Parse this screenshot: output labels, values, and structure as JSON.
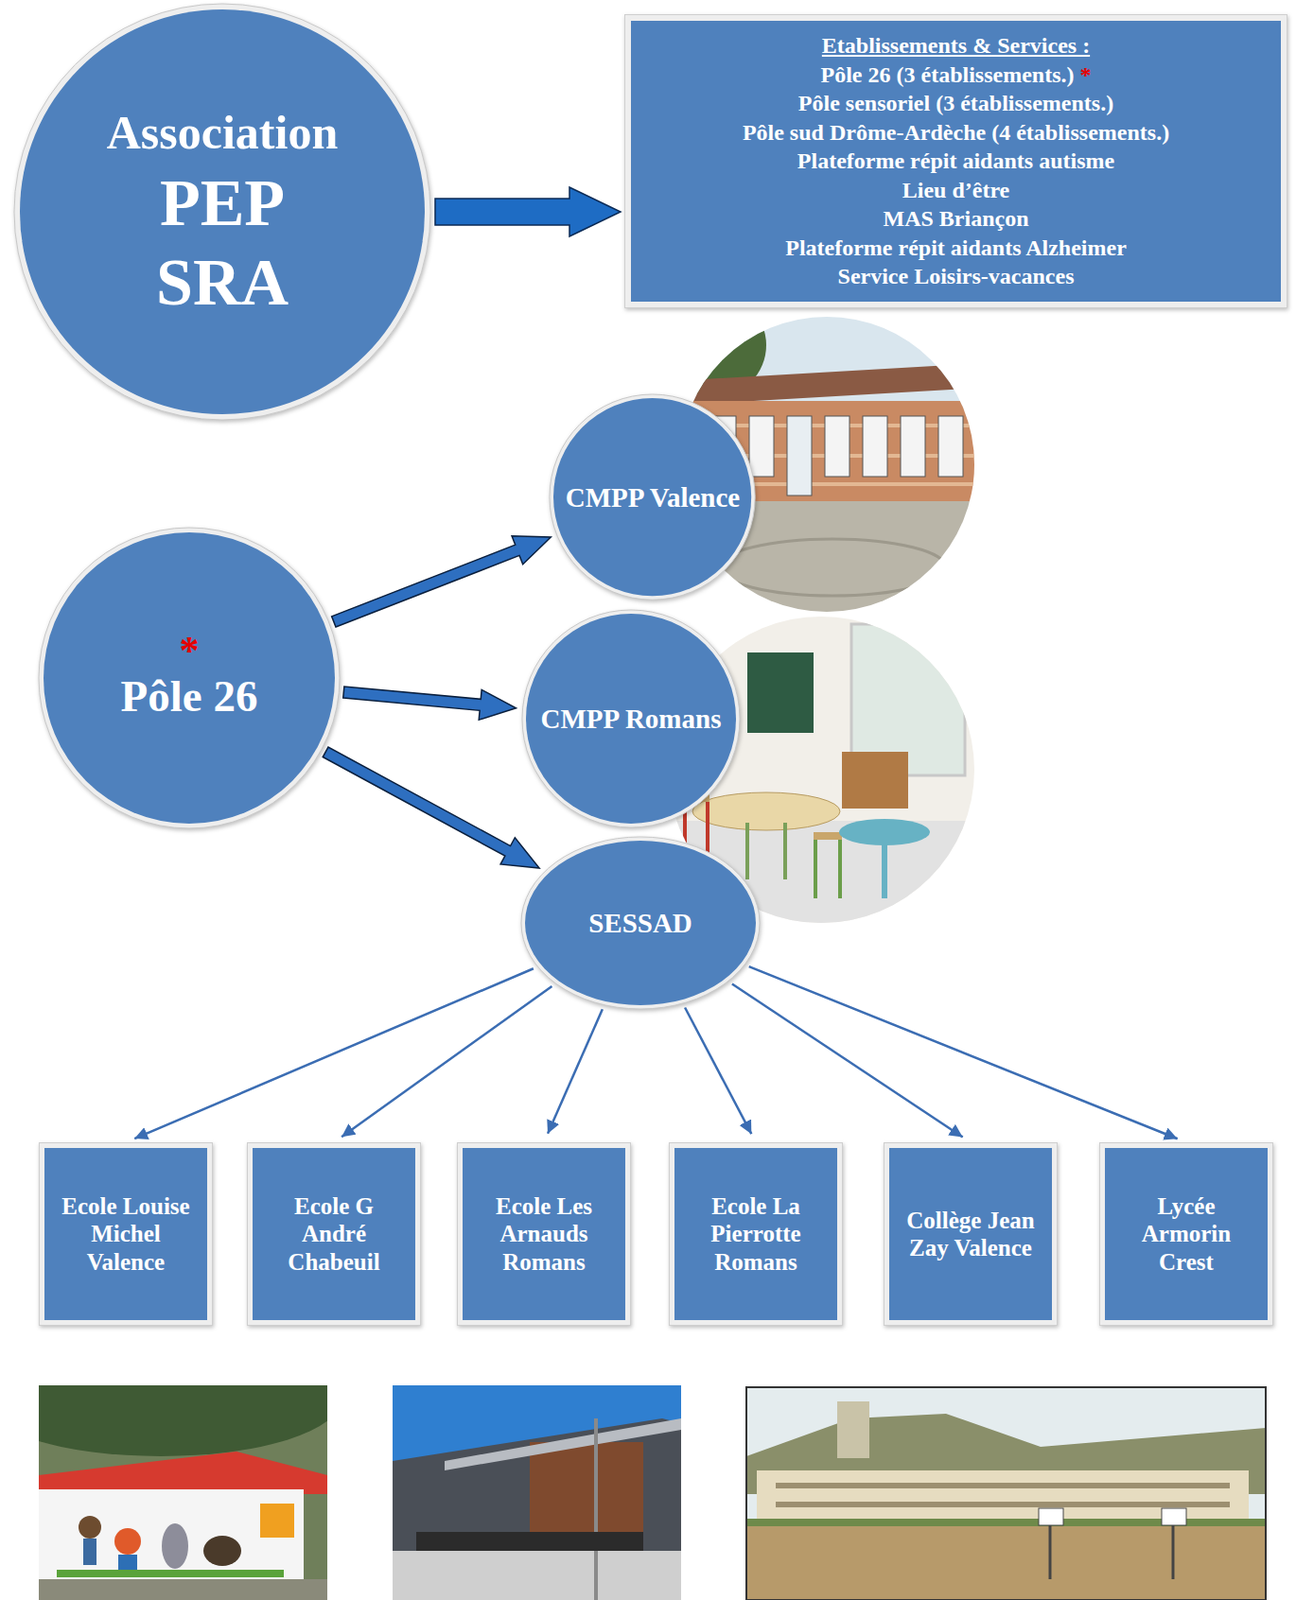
{
  "diagram": {
    "nodes": [
      {
        "text": [
          "Association",
          "PEP SRA"
        ]
      },
      {
        "text": [
          "Etablissements & Services :",
          "Pôle 26 (3 établissements.)",
          "*",
          "Pôle sensoriel (3 établissements.)",
          "Pôle sud Drôme-Ardèche (4 établissements.)",
          "Plateforme répit aidants autisme",
          "Lieu d’être",
          "MAS Briançon",
          "Plateforme répit aidants Alzheimer",
          "Service Loisirs-vacances"
        ]
      },
      {
        "text": [
          "*",
          "Pôle 26"
        ]
      },
      {
        "text": [
          "CMPP Valence"
        ]
      },
      {
        "text": [
          "CMPP Romans"
        ]
      },
      {
        "text": [
          "SESSAD"
        ]
      },
      {
        "text": [
          "Ecole Louise Michel Valence"
        ]
      },
      {
        "text": [
          "Ecole G André Chabeuil"
        ]
      },
      {
        "text": [
          "Ecole Les Arnauds Romans"
        ]
      },
      {
        "text": [
          "Ecole La Pierrotte Romans"
        ]
      },
      {
        "text": [
          "Collège Jean Zay Valence"
        ]
      },
      {
        "text": [
          "Lycée Armorin Crest"
        ]
      }
    ],
    "edges": [
      {
        "from": 0,
        "to": 1,
        "arrow": "to"
      },
      {
        "from": 2,
        "to": 3,
        "arrow": "to"
      },
      {
        "from": 2,
        "to": 4,
        "arrow": "to"
      },
      {
        "from": 2,
        "to": 5,
        "arrow": "to"
      },
      {
        "from": 5,
        "to": 6,
        "arrow": "to"
      },
      {
        "from": 5,
        "to": 7,
        "arrow": "to"
      },
      {
        "from": 5,
        "to": 8,
        "arrow": "to"
      },
      {
        "from": 5,
        "to": 9,
        "arrow": "to"
      },
      {
        "from": 5,
        "to": 10,
        "arrow": "to"
      },
      {
        "from": 5,
        "to": 11,
        "arrow": "to"
      }
    ]
  }
}
